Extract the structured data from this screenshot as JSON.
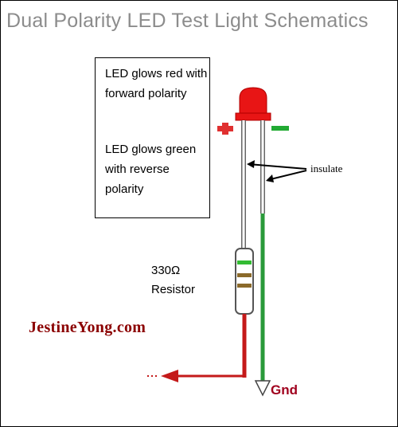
{
  "title": "Dual Polarity LED Test Light Schematics",
  "notes": {
    "forward": "LED glows red with forward polarity",
    "reverse": "LED glows green with reverse polarity"
  },
  "resistor": {
    "value": "330Ω",
    "name": "Resistor"
  },
  "labels": {
    "insulate": "insulate",
    "gnd": "Gnd",
    "brand": "JestineYong.com"
  },
  "colors": {
    "led_red": "#e81515",
    "led_green": "#22aa33",
    "wire_red": "#c41a1a",
    "wire_green": "#2a9a3a",
    "title_gray": "#8c8c8c",
    "brand": "#8b0000"
  }
}
